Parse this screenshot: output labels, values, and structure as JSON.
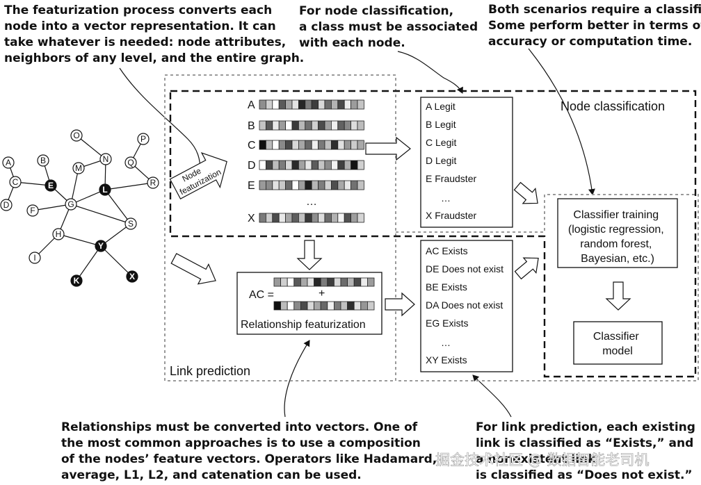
{
  "annotations": {
    "featurization": [
      "The featurization process converts each",
      "node into a vector representation. It can",
      "take whatever is needed: node attributes,",
      "neighbors of any level, and the entire graph."
    ],
    "node_class_note": [
      "For node classification,",
      "a class must be associated",
      "with each node."
    ],
    "classifier_note": [
      "Both scenarios require a classifier.",
      "Some perform better in terms of",
      "accuracy or computation time."
    ],
    "relationships_note": [
      "Relationships must be converted into vectors. One of",
      "the most common approaches is to use a composition",
      "of the nodes’ feature vectors. Operators like Hadamard,",
      "average, L1, L2, and catenation can be used."
    ],
    "link_note": [
      "For link prediction, each existing",
      "link is classified as “Exists,” and",
      "a nonexistent link",
      "is classified as “Does not exist.”"
    ]
  },
  "regions": {
    "node_classification": "Node classification",
    "link_prediction": "Link prediction"
  },
  "graph": {
    "nodes": [
      {
        "id": "O",
        "fill": "white"
      },
      {
        "id": "P",
        "fill": "white"
      },
      {
        "id": "N",
        "fill": "white"
      },
      {
        "id": "B",
        "fill": "white"
      },
      {
        "id": "Q",
        "fill": "white"
      },
      {
        "id": "A",
        "fill": "white"
      },
      {
        "id": "M",
        "fill": "white"
      },
      {
        "id": "E",
        "fill": "black"
      },
      {
        "id": "C",
        "fill": "white"
      },
      {
        "id": "L",
        "fill": "black"
      },
      {
        "id": "R",
        "fill": "white"
      },
      {
        "id": "D",
        "fill": "white"
      },
      {
        "id": "G",
        "fill": "white"
      },
      {
        "id": "F",
        "fill": "white"
      },
      {
        "id": "S",
        "fill": "white"
      },
      {
        "id": "H",
        "fill": "white"
      },
      {
        "id": "Y",
        "fill": "black"
      },
      {
        "id": "I",
        "fill": "white"
      },
      {
        "id": "K",
        "fill": "black"
      },
      {
        "id": "X",
        "fill": "black"
      }
    ],
    "edges": [
      [
        "O",
        "N"
      ],
      [
        "N",
        "M"
      ],
      [
        "N",
        "L"
      ],
      [
        "P",
        "Q"
      ],
      [
        "Q",
        "R"
      ],
      [
        "A",
        "C"
      ],
      [
        "C",
        "D"
      ],
      [
        "C",
        "E"
      ],
      [
        "B",
        "E"
      ],
      [
        "E",
        "G"
      ],
      [
        "M",
        "G"
      ],
      [
        "G",
        "L"
      ],
      [
        "L",
        "R"
      ],
      [
        "L",
        "S"
      ],
      [
        "F",
        "G"
      ],
      [
        "G",
        "S"
      ],
      [
        "G",
        "H"
      ],
      [
        "H",
        "I"
      ],
      [
        "H",
        "Y"
      ],
      [
        "S",
        "Y"
      ],
      [
        "Y",
        "K"
      ],
      [
        "Y",
        "X"
      ]
    ]
  },
  "featurization_arrow_label": [
    "Node",
    "featurization"
  ],
  "node_vectors": [
    {
      "label": "A",
      "cells": [
        "#8e8e8e",
        "#cfcfcf",
        "#ffffff",
        "#5a5a5a",
        "#a8a8a8",
        "#e4e4e4",
        "#262626",
        "#7c7c7c",
        "#3e3e3e",
        "#d8d8d8",
        "#6c6c6c",
        "#b4b4b4",
        "#4a4a4a",
        "#ececec",
        "#9c9c9c",
        "#c4c4c4"
      ]
    },
    {
      "label": "B",
      "cells": [
        "#c4c4c4",
        "#5a5a5a",
        "#e8e8e8",
        "#9c9c9c",
        "#ffffff",
        "#3a3a3a",
        "#b8b8b8",
        "#707070",
        "#d0d0d0",
        "#4c4c4c",
        "#a0a0a0",
        "#f0f0f0",
        "#626262",
        "#888888",
        "#dcdcdc",
        "#bcbcbc"
      ]
    },
    {
      "label": "C",
      "cells": [
        "#101010",
        "#bbbbbb",
        "#ffffff",
        "#8a8a8a",
        "#4a4a4a",
        "#d8d8d8",
        "#a6a6a6",
        "#686868",
        "#f0f0f0",
        "#7a7a7a",
        "#c0c0c0",
        "#2e2e2e",
        "#e0e0e0",
        "#969696",
        "#cccccc",
        "#a8a8a8"
      ]
    },
    {
      "label": "D",
      "cells": [
        "#ffffff",
        "#484848",
        "#bdbdbd",
        "#7c7c7c",
        "#d8d8d8",
        "#2a2a2a",
        "#a2a2a2",
        "#e6e6e6",
        "#5c5c5c",
        "#c4c4c4",
        "#8c8c8c",
        "#f2f2f2",
        "#404040",
        "#aeaeae",
        "#121212",
        "#d0d0d0"
      ]
    },
    {
      "label": "E",
      "cells": [
        "#9a9a9a",
        "#8a8a8a",
        "#e2e2e2",
        "#c8c8c8",
        "#6a6a6a",
        "#ffffff",
        "#9e9e9e",
        "#1e1e1e",
        "#b6b6b6",
        "#7e7e7e",
        "#d2d2d2",
        "#4e4e4e",
        "#a8a8a8",
        "#e8e8e8",
        "#727272",
        "#c2c2c2"
      ]
    },
    {
      "label": "X",
      "cells": [
        "#7a7a7a",
        "#cecece",
        "#4c4c4c",
        "#e8e8e8",
        "#a6a6a6",
        "#5e5e5e",
        "#c2c2c2",
        "#3a3a3a",
        "#8e8e8e",
        "#dcdcdc",
        "#6c6c6c",
        "#b2b2b2",
        "#f2f2f2",
        "#525252",
        "#9e9e9e",
        "#d4d4d4"
      ]
    }
  ],
  "vector_ellipsis": "…",
  "node_results": [
    "A Legit",
    "B Legit",
    "C Legit",
    "D Legit",
    "E Fraudster",
    "…",
    "X Fraudster"
  ],
  "link_results": [
    "AC Exists",
    "DE Does not exist",
    "BE Exists",
    "DA Does not exist",
    "EG Exists",
    "…",
    "XY Exists"
  ],
  "relationship": {
    "label_left": "AC =",
    "operator": "+",
    "title": "Relationship featurization",
    "vec_a": [
      "#9a9a9a",
      "#cfcfcf",
      "#ffffff",
      "#5a5a5a",
      "#a8a8a8",
      "#e4e4e4",
      "#262626",
      "#7c7c7c",
      "#3e3e3e",
      "#d8d8d8",
      "#6c6c6c",
      "#b4b4b4",
      "#4a4a4a",
      "#ececec",
      "#9c9c9c"
    ],
    "vec_b": [
      "#101010",
      "#bbbbbb",
      "#ffffff",
      "#8a8a8a",
      "#4a4a4a",
      "#d8d8d8",
      "#a6a6a6",
      "#686868",
      "#f0f0f0",
      "#7a7a7a",
      "#c0c0c0",
      "#2e2e2e",
      "#e0e0e0",
      "#969696",
      "#cccccc"
    ]
  },
  "classifier_training": [
    "Classifier training",
    "(logistic regression,",
    "random forest,",
    "Bayesian, etc.)"
  ],
  "classifier_model": [
    "Classifier",
    "model"
  ],
  "watermark": "掘金技术社区 @ 数据智能老司机"
}
